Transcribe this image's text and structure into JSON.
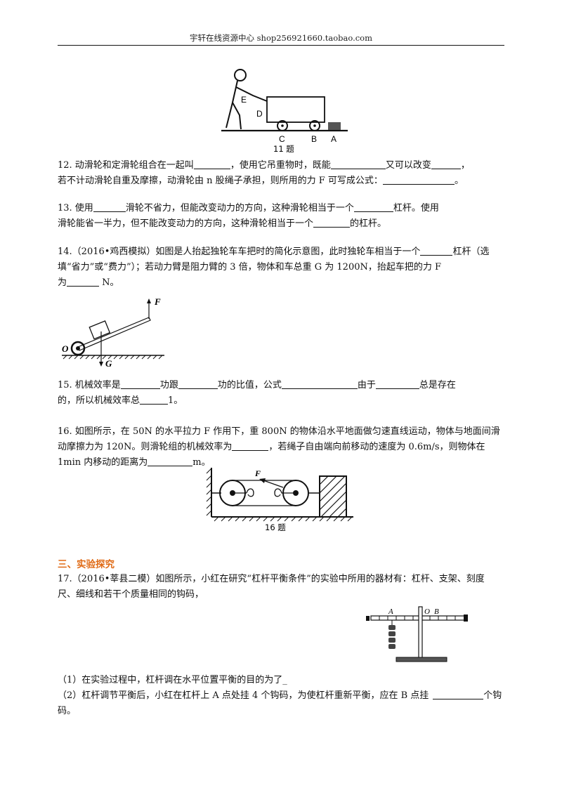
{
  "header": {
    "text": "宇轩在线资源中心  shop256921660.taobao.com"
  },
  "fig11": {
    "label_e": "E",
    "label_d": "D",
    "label_c": "C",
    "label_b": "B",
    "label_a": "A",
    "caption": "11 题"
  },
  "q12": {
    "l1a": "12. 动滑轮和定滑轮组合在一起叫",
    "l1b": "，使用它吊重物时，既能",
    "l1c": "又可以改变",
    "l1d": "，",
    "l2a": "若不计动滑轮自重及摩擦，动滑轮由 n 股绳子承担，则所用的力 F 可写成公式：",
    "l2b": "。"
  },
  "q13": {
    "l1a": "13. 使用",
    "l1b": "滑轮不省力，但能改变动力的方向，这种滑轮相当于一个",
    "l1c": "杠杆。使用",
    "l2a": "滑轮能省一半力，但不能改变动力的方向，这种滑轮相当于一个",
    "l2b": "的杠杆。"
  },
  "q14": {
    "l1a": "14.（2016•鸡西模拟）如图是人抬起独轮车车把时的简化示意图，此时独轮车相当于一个",
    "l1b": "杠杆（选",
    "l2": "填“省力”或“费力”）；若动力臂是阻力臂的 3 倍，物体和车总重 G 为 1200N，抬起车把的力 F",
    "l3a": "为",
    "l3b": " N。"
  },
  "fig14": {
    "label_f": "F",
    "label_o": "O",
    "label_g": "G"
  },
  "q15": {
    "l1a": "15.  机械效率是",
    "l1b": "功跟",
    "l1c": "功的比值，公式",
    "l1d": "由于",
    "l1e": "总是存在",
    "l2a": "的，所以机械效率总",
    "l2b": "1。"
  },
  "q16": {
    "l1": "16. 如图所示，在 50N 的水平拉力 F 作用下，重 800N 的物体沿水平地面做匀速直线运动，物体与地面间滑",
    "l2a": "动摩擦力为 120N。则滑轮组的机械效率为",
    "l2b": "，若绳子自由端向前移动的速度为 0.6m/s，则物体在",
    "l3a": "1min 内移动的距离为",
    "l3b": "m。"
  },
  "fig16": {
    "label_f": "F",
    "caption": "16 题"
  },
  "section3": {
    "title": "三、实验探究"
  },
  "q17": {
    "l1": "17.（2016•莘县二模）如图所示，小红在研究“杠杆平衡条件”的实验中所用的器材有：杠杆、支架、刻度",
    "l2": "尺、细线和若干个质量相同的钩码，",
    "p1": "（1）在实验过程中，杠杆调在水平位置平衡的目的为了_",
    "p2a": "（2）杠杆调节平衡后，小红在杠杆上 A 点处挂 4 个钩码，为使杠杆重新平衡，应在 B 点挂",
    "p2b": "个钩",
    "p2c": "码。"
  },
  "fig17": {
    "label_a": "A",
    "label_o": "O",
    "label_b": "B"
  }
}
